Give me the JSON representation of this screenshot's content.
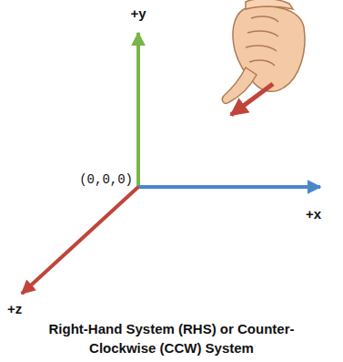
{
  "diagram": {
    "caption": "Right-Hand System (RHS) or Counter-Clockwise (CCW) System",
    "labels": [
      "+y",
      "(0,0,0)",
      "+x",
      "+z"
    ]
  }
}
